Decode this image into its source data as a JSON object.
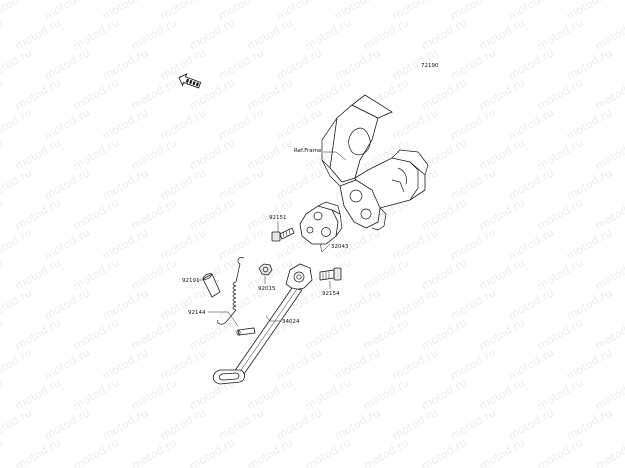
{
  "diagram_code": "72190",
  "reference": {
    "text": "Ref.Frame"
  },
  "parts": [
    {
      "key": "p92151",
      "number": "92151"
    },
    {
      "key": "p32043",
      "number": "32043"
    },
    {
      "key": "p92191",
      "number": "92191"
    },
    {
      "key": "p92015",
      "number": "92015"
    },
    {
      "key": "p92154",
      "number": "92154"
    },
    {
      "key": "p92144",
      "number": "92144"
    },
    {
      "key": "p34024",
      "number": "34024"
    }
  ],
  "watermark": "motod.ru",
  "icons": {
    "front_indicator": "front-arrow-icon"
  }
}
